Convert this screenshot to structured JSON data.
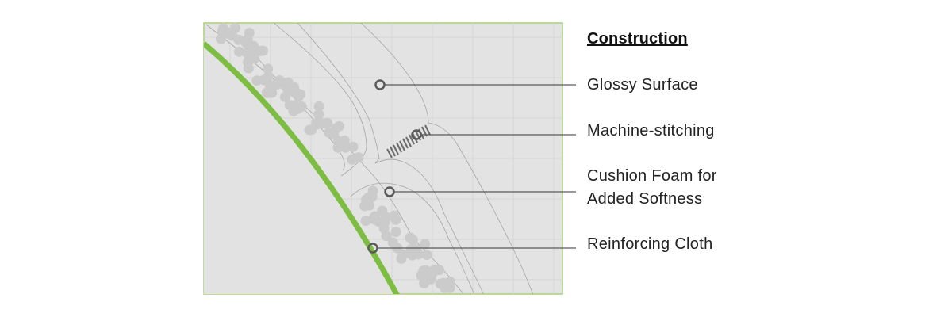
{
  "title": "Construction",
  "labels": [
    {
      "text": "Glossy Surface"
    },
    {
      "text": "Machine-stitching"
    },
    {
      "text": "Cushion Foam for",
      "text2": "Added Softness"
    },
    {
      "text": "Reinforcing Cloth"
    }
  ],
  "colors": {
    "accent": "#7dbd42",
    "panel": "#e4e4e4",
    "marker": "#5a5a5a",
    "foam": "#cdcdcd"
  }
}
